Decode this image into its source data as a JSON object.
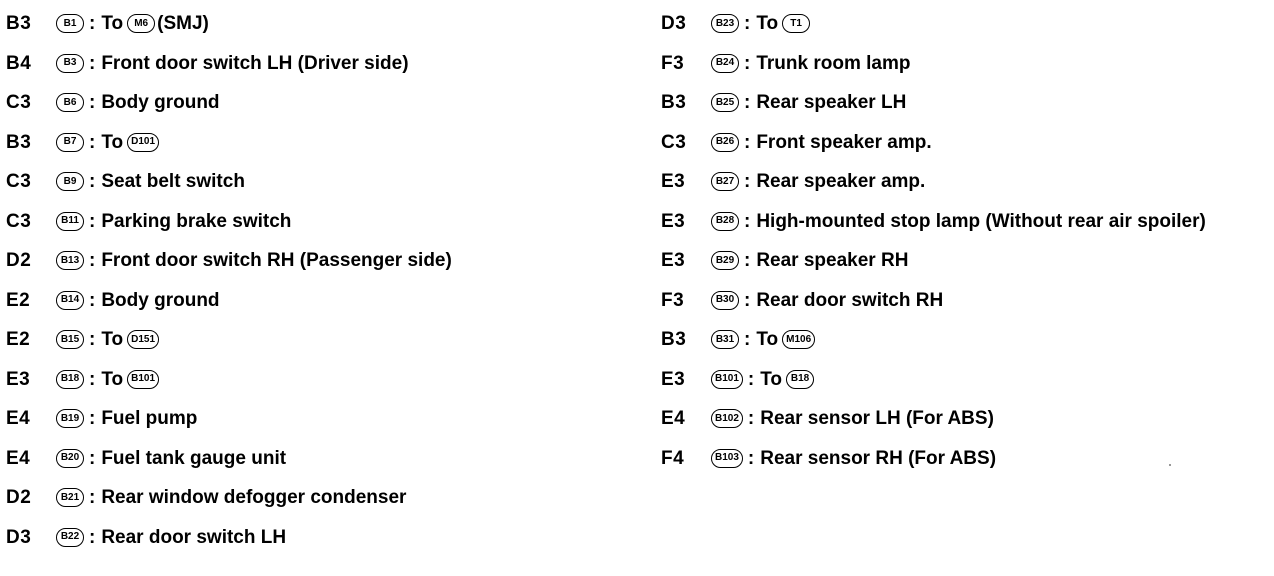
{
  "left_column": [
    {
      "grid": "B3",
      "connector": "B1",
      "sep": ":",
      "to_prefix": "To",
      "to_connector": "M6",
      "to_suffix": "(SMJ)",
      "description": ""
    },
    {
      "grid": "B4",
      "connector": "B3",
      "sep": ":",
      "to_prefix": "",
      "to_connector": "",
      "to_suffix": "",
      "description": "Front door switch LH (Driver side)"
    },
    {
      "grid": "C3",
      "connector": "B6",
      "sep": ":",
      "to_prefix": "",
      "to_connector": "",
      "to_suffix": "",
      "description": "Body ground"
    },
    {
      "grid": "B3",
      "connector": "B7",
      "sep": ":",
      "to_prefix": "To",
      "to_connector": "D101",
      "to_suffix": "",
      "description": ""
    },
    {
      "grid": "C3",
      "connector": "B9",
      "sep": ":",
      "to_prefix": "",
      "to_connector": "",
      "to_suffix": "",
      "description": "Seat belt switch"
    },
    {
      "grid": "C3",
      "connector": "B11",
      "sep": ":",
      "to_prefix": "",
      "to_connector": "",
      "to_suffix": "",
      "description": "Parking brake switch"
    },
    {
      "grid": "D2",
      "connector": "B13",
      "sep": ":",
      "to_prefix": "",
      "to_connector": "",
      "to_suffix": "",
      "description": "Front door switch RH (Passenger side)"
    },
    {
      "grid": "E2",
      "connector": "B14",
      "sep": ":",
      "to_prefix": "",
      "to_connector": "",
      "to_suffix": "",
      "description": "Body ground"
    },
    {
      "grid": "E2",
      "connector": "B15",
      "sep": ":",
      "to_prefix": "To",
      "to_connector": "D151",
      "to_suffix": "",
      "description": ""
    },
    {
      "grid": "E3",
      "connector": "B18",
      "sep": ":",
      "to_prefix": "To",
      "to_connector": "B101",
      "to_suffix": "",
      "description": ""
    },
    {
      "grid": "E4",
      "connector": "B19",
      "sep": ":",
      "to_prefix": "",
      "to_connector": "",
      "to_suffix": "",
      "description": "Fuel pump"
    },
    {
      "grid": "E4",
      "connector": "B20",
      "sep": ":",
      "to_prefix": "",
      "to_connector": "",
      "to_suffix": "",
      "description": "Fuel tank gauge unit"
    },
    {
      "grid": "D2",
      "connector": "B21",
      "sep": ":",
      "to_prefix": "",
      "to_connector": "",
      "to_suffix": "",
      "description": "Rear window defogger condenser"
    },
    {
      "grid": "D3",
      "connector": "B22",
      "sep": ":",
      "to_prefix": "",
      "to_connector": "",
      "to_suffix": "",
      "description": "Rear door switch LH"
    }
  ],
  "right_column": [
    {
      "grid": "D3",
      "connector": "B23",
      "sep": ":",
      "to_prefix": "To",
      "to_connector": "T1",
      "to_suffix": "",
      "description": ""
    },
    {
      "grid": "F3",
      "connector": "B24",
      "sep": ":",
      "to_prefix": "",
      "to_connector": "",
      "to_suffix": "",
      "description": "Trunk room lamp"
    },
    {
      "grid": "B3",
      "connector": "B25",
      "sep": ":",
      "to_prefix": "",
      "to_connector": "",
      "to_suffix": "",
      "description": "Rear speaker LH"
    },
    {
      "grid": "C3",
      "connector": "B26",
      "sep": ":",
      "to_prefix": "",
      "to_connector": "",
      "to_suffix": "",
      "description": "Front speaker amp."
    },
    {
      "grid": "E3",
      "connector": "B27",
      "sep": ":",
      "to_prefix": "",
      "to_connector": "",
      "to_suffix": "",
      "description": "Rear speaker amp."
    },
    {
      "grid": "E3",
      "connector": "B28",
      "sep": ":",
      "to_prefix": "",
      "to_connector": "",
      "to_suffix": "",
      "description": "High-mounted stop lamp (Without rear air spoiler)"
    },
    {
      "grid": "E3",
      "connector": "B29",
      "sep": ":",
      "to_prefix": "",
      "to_connector": "",
      "to_suffix": "",
      "description": "Rear speaker RH"
    },
    {
      "grid": "F3",
      "connector": "B30",
      "sep": ":",
      "to_prefix": "",
      "to_connector": "",
      "to_suffix": "",
      "description": "Rear door switch RH"
    },
    {
      "grid": "B3",
      "connector": "B31",
      "sep": ":",
      "to_prefix": "To",
      "to_connector": "M106",
      "to_suffix": "",
      "description": ""
    },
    {
      "grid": "E3",
      "connector": "B101",
      "sep": ":",
      "to_prefix": "To",
      "to_connector": "B18",
      "to_suffix": "",
      "description": ""
    },
    {
      "grid": "E4",
      "connector": "B102",
      "sep": ":",
      "to_prefix": "",
      "to_connector": "",
      "to_suffix": "",
      "description": "Rear sensor LH (For ABS)"
    },
    {
      "grid": "F4",
      "connector": "B103",
      "sep": ":",
      "to_prefix": "",
      "to_connector": "",
      "to_suffix": "",
      "description": "Rear sensor RH (For ABS)"
    }
  ]
}
